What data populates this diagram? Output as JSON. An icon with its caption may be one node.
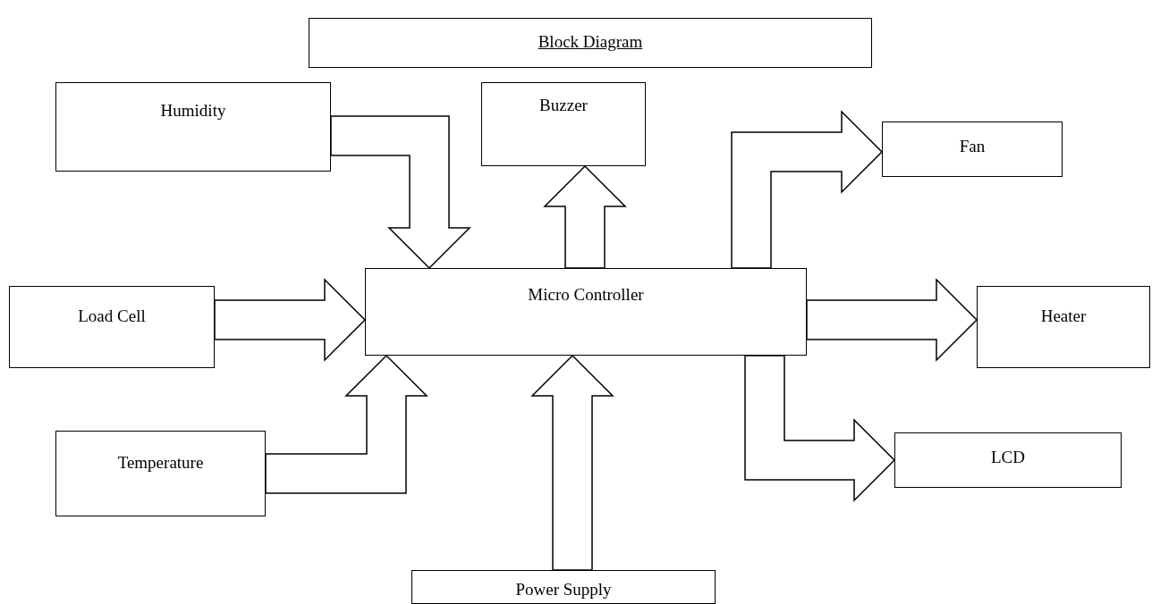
{
  "diagram": {
    "title": "Block Diagram",
    "nodes": [
      {
        "text": [
          "Humidity"
        ]
      },
      {
        "text": [
          "Buzzer"
        ]
      },
      {
        "text": [
          "Fan"
        ]
      },
      {
        "text": [
          "Load Cell"
        ]
      },
      {
        "text": [
          "Micro Controller"
        ]
      },
      {
        "text": [
          "Heater"
        ]
      },
      {
        "text": [
          "Temperature"
        ]
      },
      {
        "text": [
          "LCD"
        ]
      },
      {
        "text": [
          "Power Supply"
        ]
      }
    ],
    "edges": [
      {
        "from": 0,
        "to": 4,
        "arrow": "to"
      },
      {
        "from": 4,
        "to": 1,
        "arrow": "to"
      },
      {
        "from": 4,
        "to": 2,
        "arrow": "to"
      },
      {
        "from": 3,
        "to": 4,
        "arrow": "to"
      },
      {
        "from": 4,
        "to": 5,
        "arrow": "to"
      },
      {
        "from": 6,
        "to": 4,
        "arrow": "to"
      },
      {
        "from": 8,
        "to": 4,
        "arrow": "to"
      },
      {
        "from": 4,
        "to": 7,
        "arrow": "to"
      }
    ]
  }
}
